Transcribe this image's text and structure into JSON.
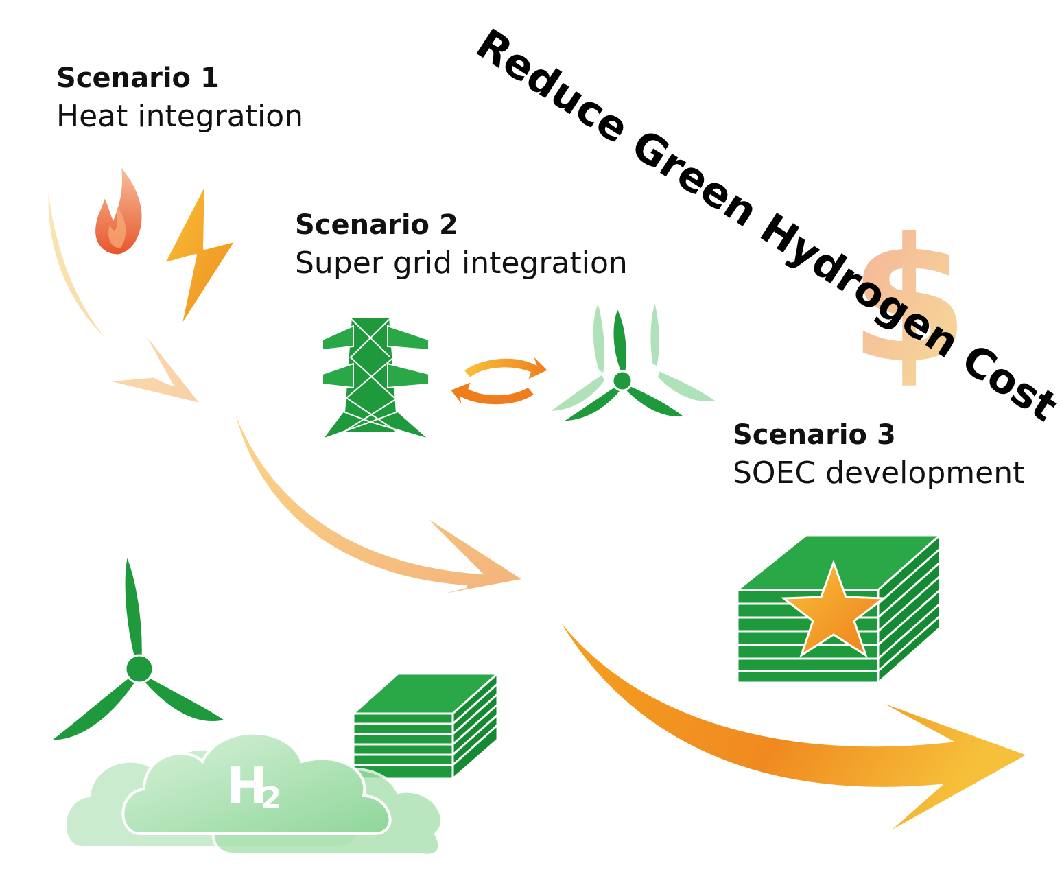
{
  "title": "Reduce Green Hydrogen Cost",
  "scenarios": [
    {
      "title": "Scenario 1",
      "subtitle": "Heat integration"
    },
    {
      "title": "Scenario 2",
      "subtitle": "Super grid integration"
    },
    {
      "title": "Scenario 3",
      "subtitle": "SOEC development"
    }
  ],
  "h2_label": "H",
  "h2_sub": "2",
  "dollar_symbol": "$",
  "colors": {
    "green": "#1e9a3c",
    "green_light": "#4fbf63",
    "orange": "#f08c1e",
    "yellow": "#f8c23a",
    "cloud": "#a9e0ae"
  }
}
